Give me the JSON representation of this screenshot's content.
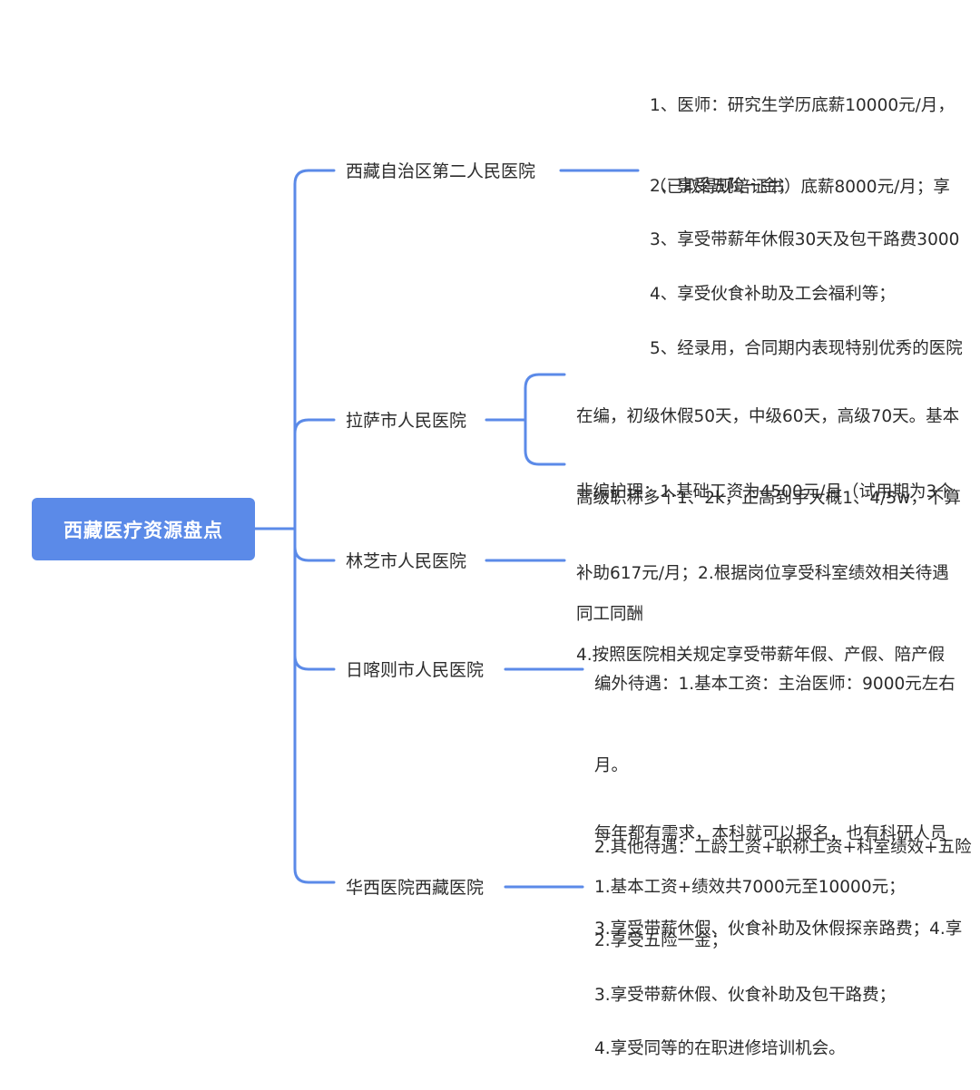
{
  "root": {
    "label": "西藏医疗资源盘点"
  },
  "hospitals": [
    {
      "name": "西藏自治区第二人民医院",
      "details": [
        [
          "1、医师：研究生学历底薪10000元/月，",
          "（已取得规培证书）底薪8000元/月；享"
        ],
        [
          "2、享受五险一金；"
        ],
        [
          "3、享受带薪年休假30天及包干路费3000"
        ],
        [
          "4、享受伙食补助及工会福利等；"
        ],
        [
          "5、经录用，合同期内表现特别优秀的医院"
        ]
      ]
    },
    {
      "name": "拉萨市人民医院",
      "details": [
        [
          "在编，初级休假50天，中级60天，高级70天。基本",
          "高级职称多个1、2k，正高到手大概1、4/5w，不算"
        ],
        [
          "非编护理：1.基础工资为4500元/月（试用期为3个",
          "补助617元/月；2.根据岗位享受科室绩效相关待遇",
          "4.按照医院相关规定享受带薪年假、产假、陪产假"
        ]
      ]
    },
    {
      "name": "林芝市人民医院",
      "details": [
        [
          "同工同酬"
        ]
      ]
    },
    {
      "name": "日喀则市人民医院",
      "details": [
        [
          "编外待遇：1.基本工资：主治医师：9000元左右",
          "月。",
          "2.其他待遇：工龄工资+职称工资+科室绩效+五险",
          "3.享受带薪休假、伙食补助及休假探亲路费；4.享"
        ]
      ]
    },
    {
      "name": "华西医院西藏医院",
      "details": [
        [
          "每年都有需求，本科就可以报名，也有科研人员"
        ],
        [
          "1.基本工资+绩效共7000元至10000元；"
        ],
        [
          "2.享受五险一金；"
        ],
        [
          "3.享受带薪休假、伙食补助及包干路费；"
        ],
        [
          "4.享受同等的在职进修培训机会。"
        ]
      ]
    }
  ],
  "colors": {
    "accent": "#5b8ae8",
    "text": "#2b2b2b",
    "background": "#ffffff"
  }
}
